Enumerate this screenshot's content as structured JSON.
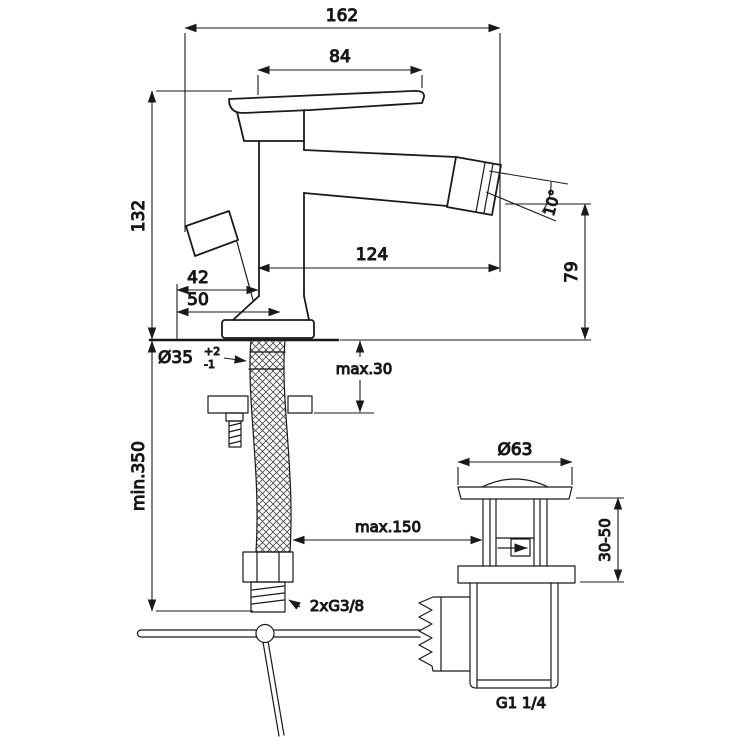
{
  "colors": {
    "background": "#ffffff",
    "line": "#1a1a1a"
  },
  "labels": {
    "overall_width": "162",
    "handle_length": "84",
    "height_above_deck": "132",
    "spout_reach": "124",
    "dim_42": "42",
    "dim_50": "50",
    "outlet_height": "79",
    "outlet_angle": "10°",
    "hole_diameter": "Ø35",
    "hole_tol_plus": "+2",
    "hole_tol_minus": "-1",
    "deck_thickness": "max.30",
    "supply_length": "min.350",
    "waste_flange_diameter": "Ø63",
    "rod_reach": "max.150",
    "waste_adjustment": "30-50",
    "supply_thread": "2xG3/8",
    "waste_thread": "G1 1/4"
  }
}
